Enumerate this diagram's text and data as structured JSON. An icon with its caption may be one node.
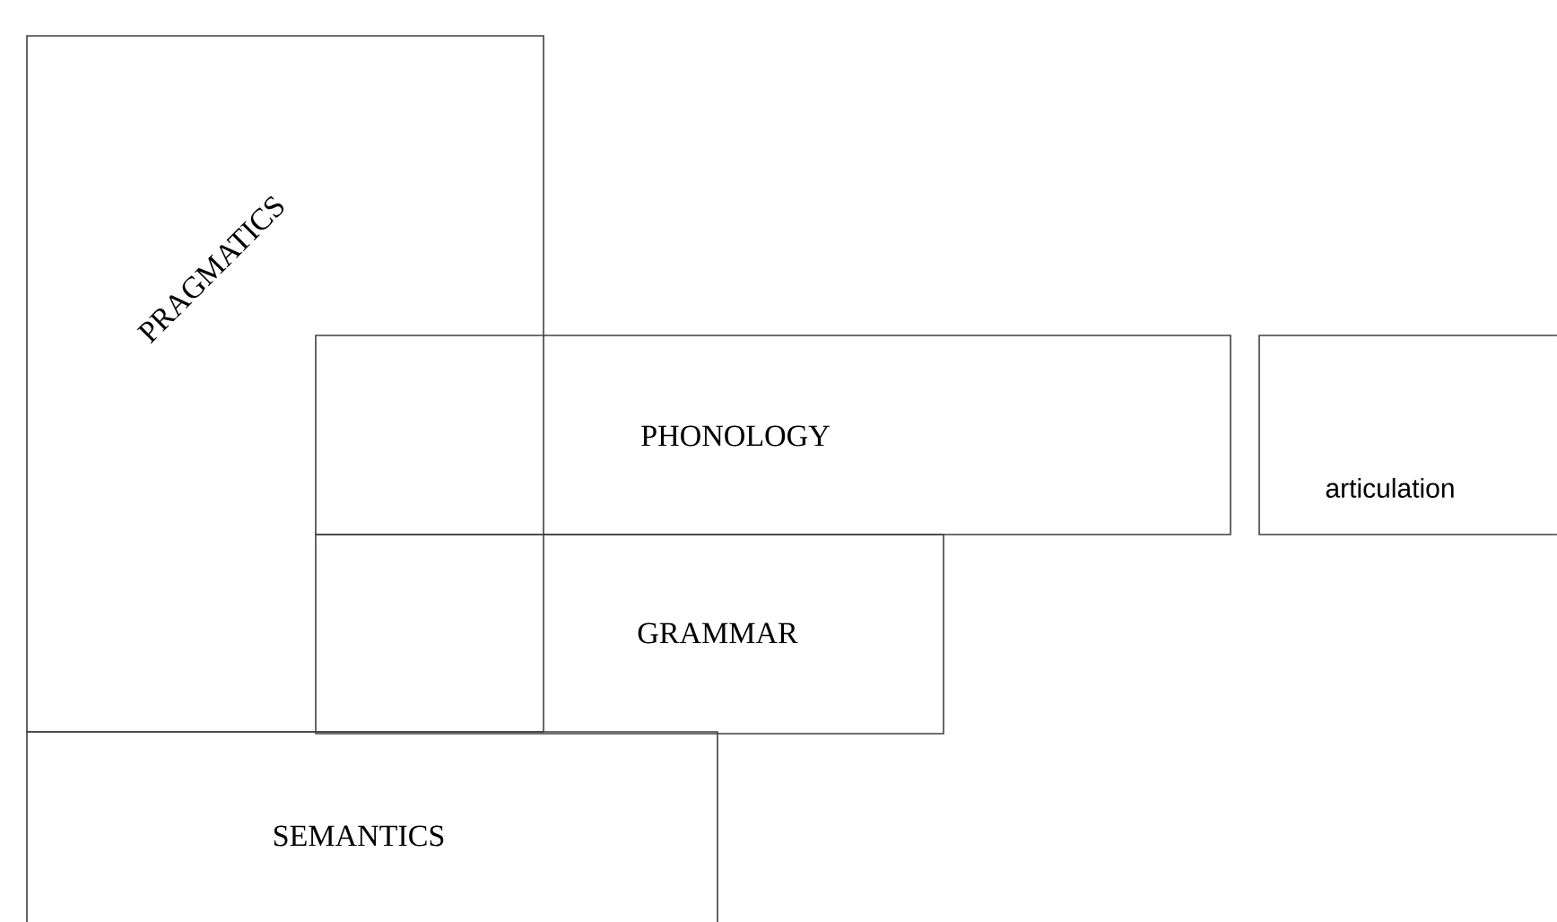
{
  "diagram": {
    "nodes": [
      {
        "text": [
          "PRAGMATICS"
        ]
      },
      {
        "text": [
          "PHONOLOGY"
        ]
      },
      {
        "text": [
          "articulation"
        ]
      },
      {
        "text": [
          "GRAMMAR"
        ]
      },
      {
        "text": [
          "SEMANTICS"
        ]
      }
    ]
  }
}
